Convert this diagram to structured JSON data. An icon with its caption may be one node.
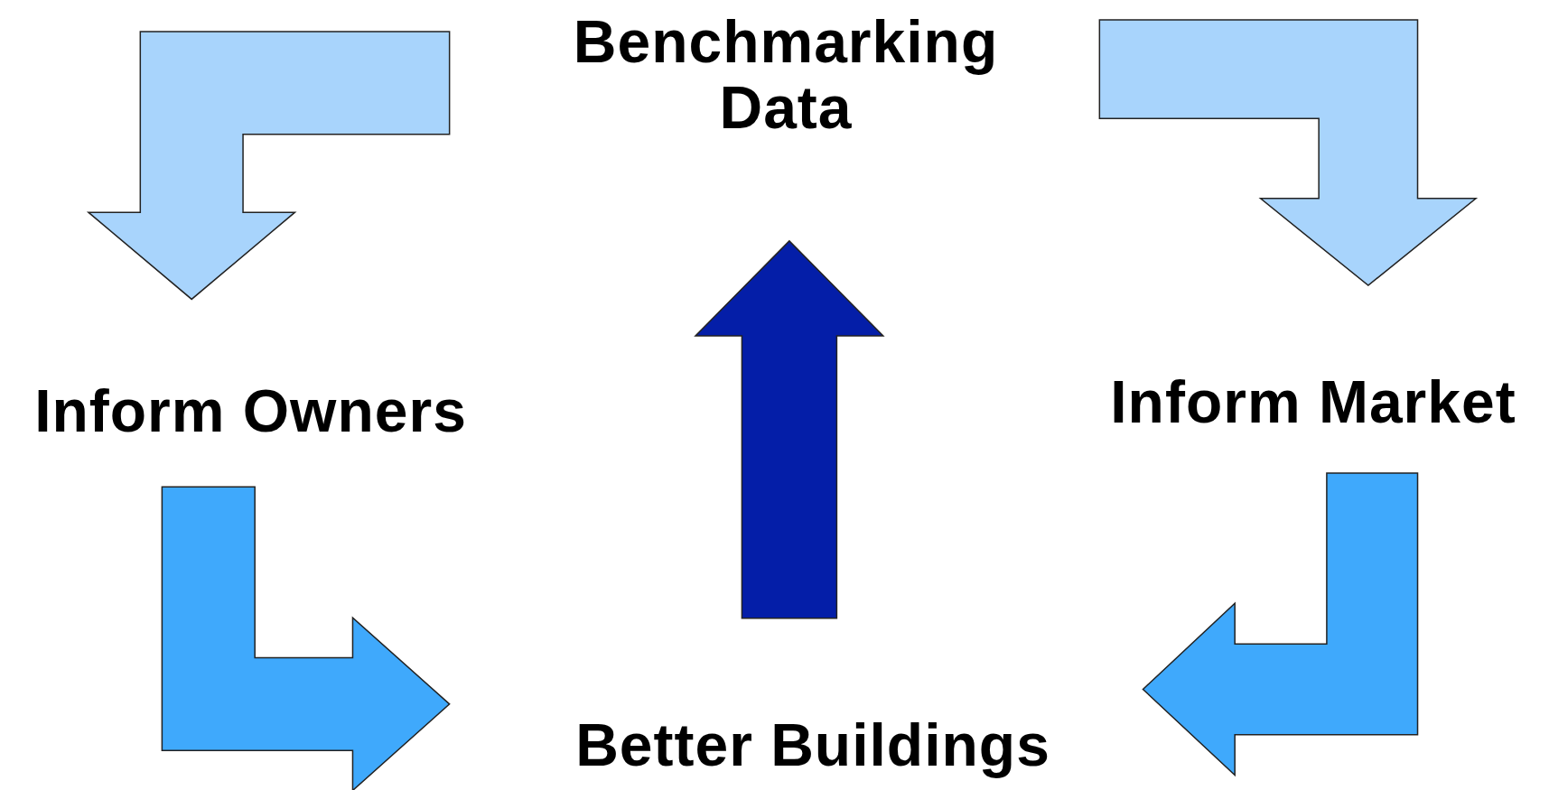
{
  "diagram": {
    "nodes": [
      {
        "text": [
          "Benchmarking Data"
        ]
      },
      {
        "text": [
          "Inform Owners"
        ]
      },
      {
        "text": [
          "Better Buildings"
        ]
      },
      {
        "text": [
          "Inform Market"
        ]
      }
    ],
    "edges": [
      {
        "from": 0,
        "to": 1,
        "arrow": "to",
        "color": "#a8d4fc"
      },
      {
        "from": 1,
        "to": 2,
        "arrow": "to",
        "color": "#3fa9fc"
      },
      {
        "from": 2,
        "to": 0,
        "arrow": "to",
        "color": "#041ea8"
      },
      {
        "from": 0,
        "to": 3,
        "arrow": "to",
        "color": "#a8d4fc"
      },
      {
        "from": 3,
        "to": 2,
        "arrow": "to",
        "color": "#3fa9fc"
      }
    ]
  }
}
